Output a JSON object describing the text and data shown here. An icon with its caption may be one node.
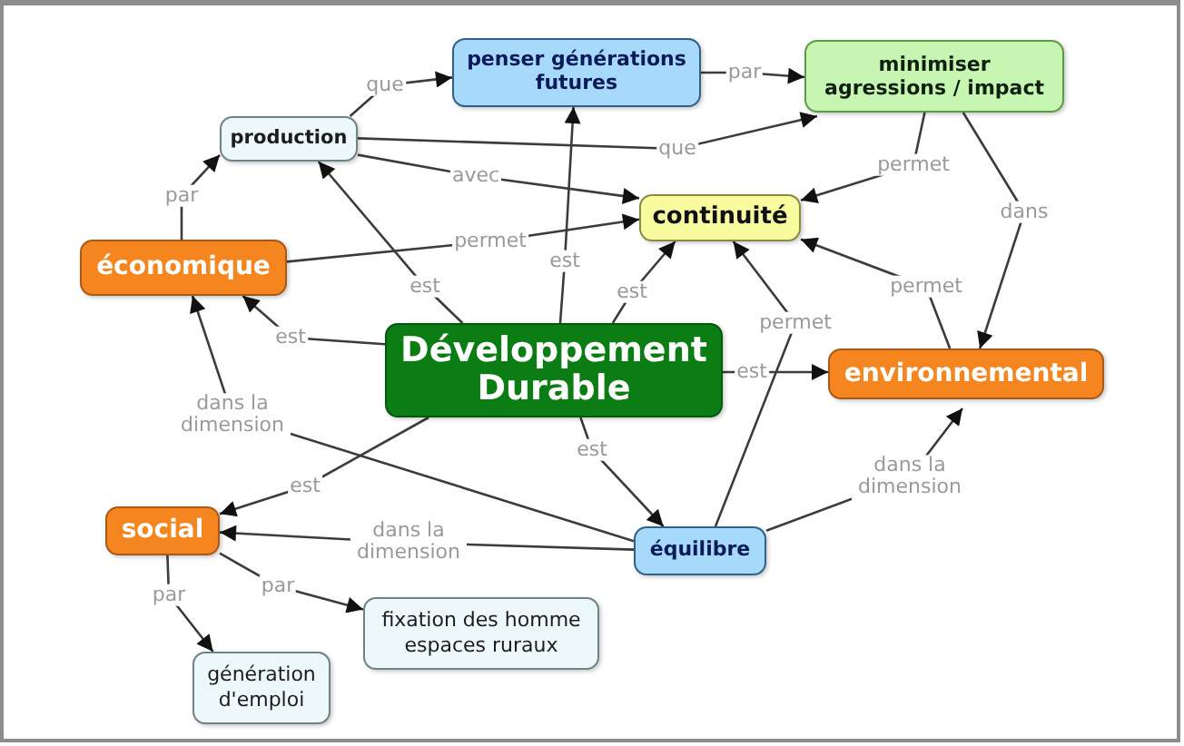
{
  "diagram": {
    "nodes": [
      {
        "text": [
          "Développement Durable"
        ]
      },
      {
        "text": [
          "penser générations futures"
        ]
      },
      {
        "text": [
          "minimiser agressions / impact"
        ]
      },
      {
        "text": [
          "production"
        ]
      },
      {
        "text": [
          "continuité"
        ]
      },
      {
        "text": [
          "économique"
        ]
      },
      {
        "text": [
          "environnemental"
        ]
      },
      {
        "text": [
          "social"
        ]
      },
      {
        "text": [
          "équilibre"
        ]
      },
      {
        "text": [
          "fixation des homme espaces ruraux"
        ]
      },
      {
        "text": [
          "génération d'emploi"
        ]
      }
    ],
    "edges": [
      {
        "from": 3,
        "to": 1,
        "arrow": "to",
        "label": "que"
      },
      {
        "from": 1,
        "to": 2,
        "arrow": "to",
        "label": "par"
      },
      {
        "from": 3,
        "to": 2,
        "arrow": "to",
        "label": "que"
      },
      {
        "from": 3,
        "to": 4,
        "arrow": "to",
        "label": "avec"
      },
      {
        "from": 5,
        "to": 4,
        "arrow": "to",
        "label": "permet"
      },
      {
        "from": 5,
        "to": 3,
        "arrow": "to",
        "label": "par"
      },
      {
        "from": 0,
        "to": 3,
        "arrow": "to",
        "label": "est"
      },
      {
        "from": 0,
        "to": 1,
        "arrow": "to",
        "label": "est"
      },
      {
        "from": 0,
        "to": 4,
        "arrow": "to",
        "label": "est"
      },
      {
        "from": 0,
        "to": 5,
        "arrow": "to",
        "label": "est"
      },
      {
        "from": 0,
        "to": 6,
        "arrow": "to",
        "label": "est"
      },
      {
        "from": 0,
        "to": 7,
        "arrow": "to",
        "label": "est"
      },
      {
        "from": 0,
        "to": 8,
        "arrow": "to",
        "label": "est"
      },
      {
        "from": 2,
        "to": 4,
        "arrow": "to",
        "label": "permet"
      },
      {
        "from": 2,
        "to": 6,
        "arrow": "to",
        "label": "dans"
      },
      {
        "from": 6,
        "to": 4,
        "arrow": "to",
        "label": "permet"
      },
      {
        "from": 8,
        "to": 4,
        "arrow": "to",
        "label": "permet"
      },
      {
        "from": 8,
        "to": 5,
        "arrow": "to",
        "label": "dans la dimension"
      },
      {
        "from": 8,
        "to": 7,
        "arrow": "to",
        "label": "dans la dimension"
      },
      {
        "from": 8,
        "to": 6,
        "arrow": "to",
        "label": "dans la dimension"
      },
      {
        "from": 7,
        "to": 10,
        "arrow": "to",
        "label": "par"
      },
      {
        "from": 7,
        "to": 9,
        "arrow": "to",
        "label": "par"
      }
    ]
  }
}
